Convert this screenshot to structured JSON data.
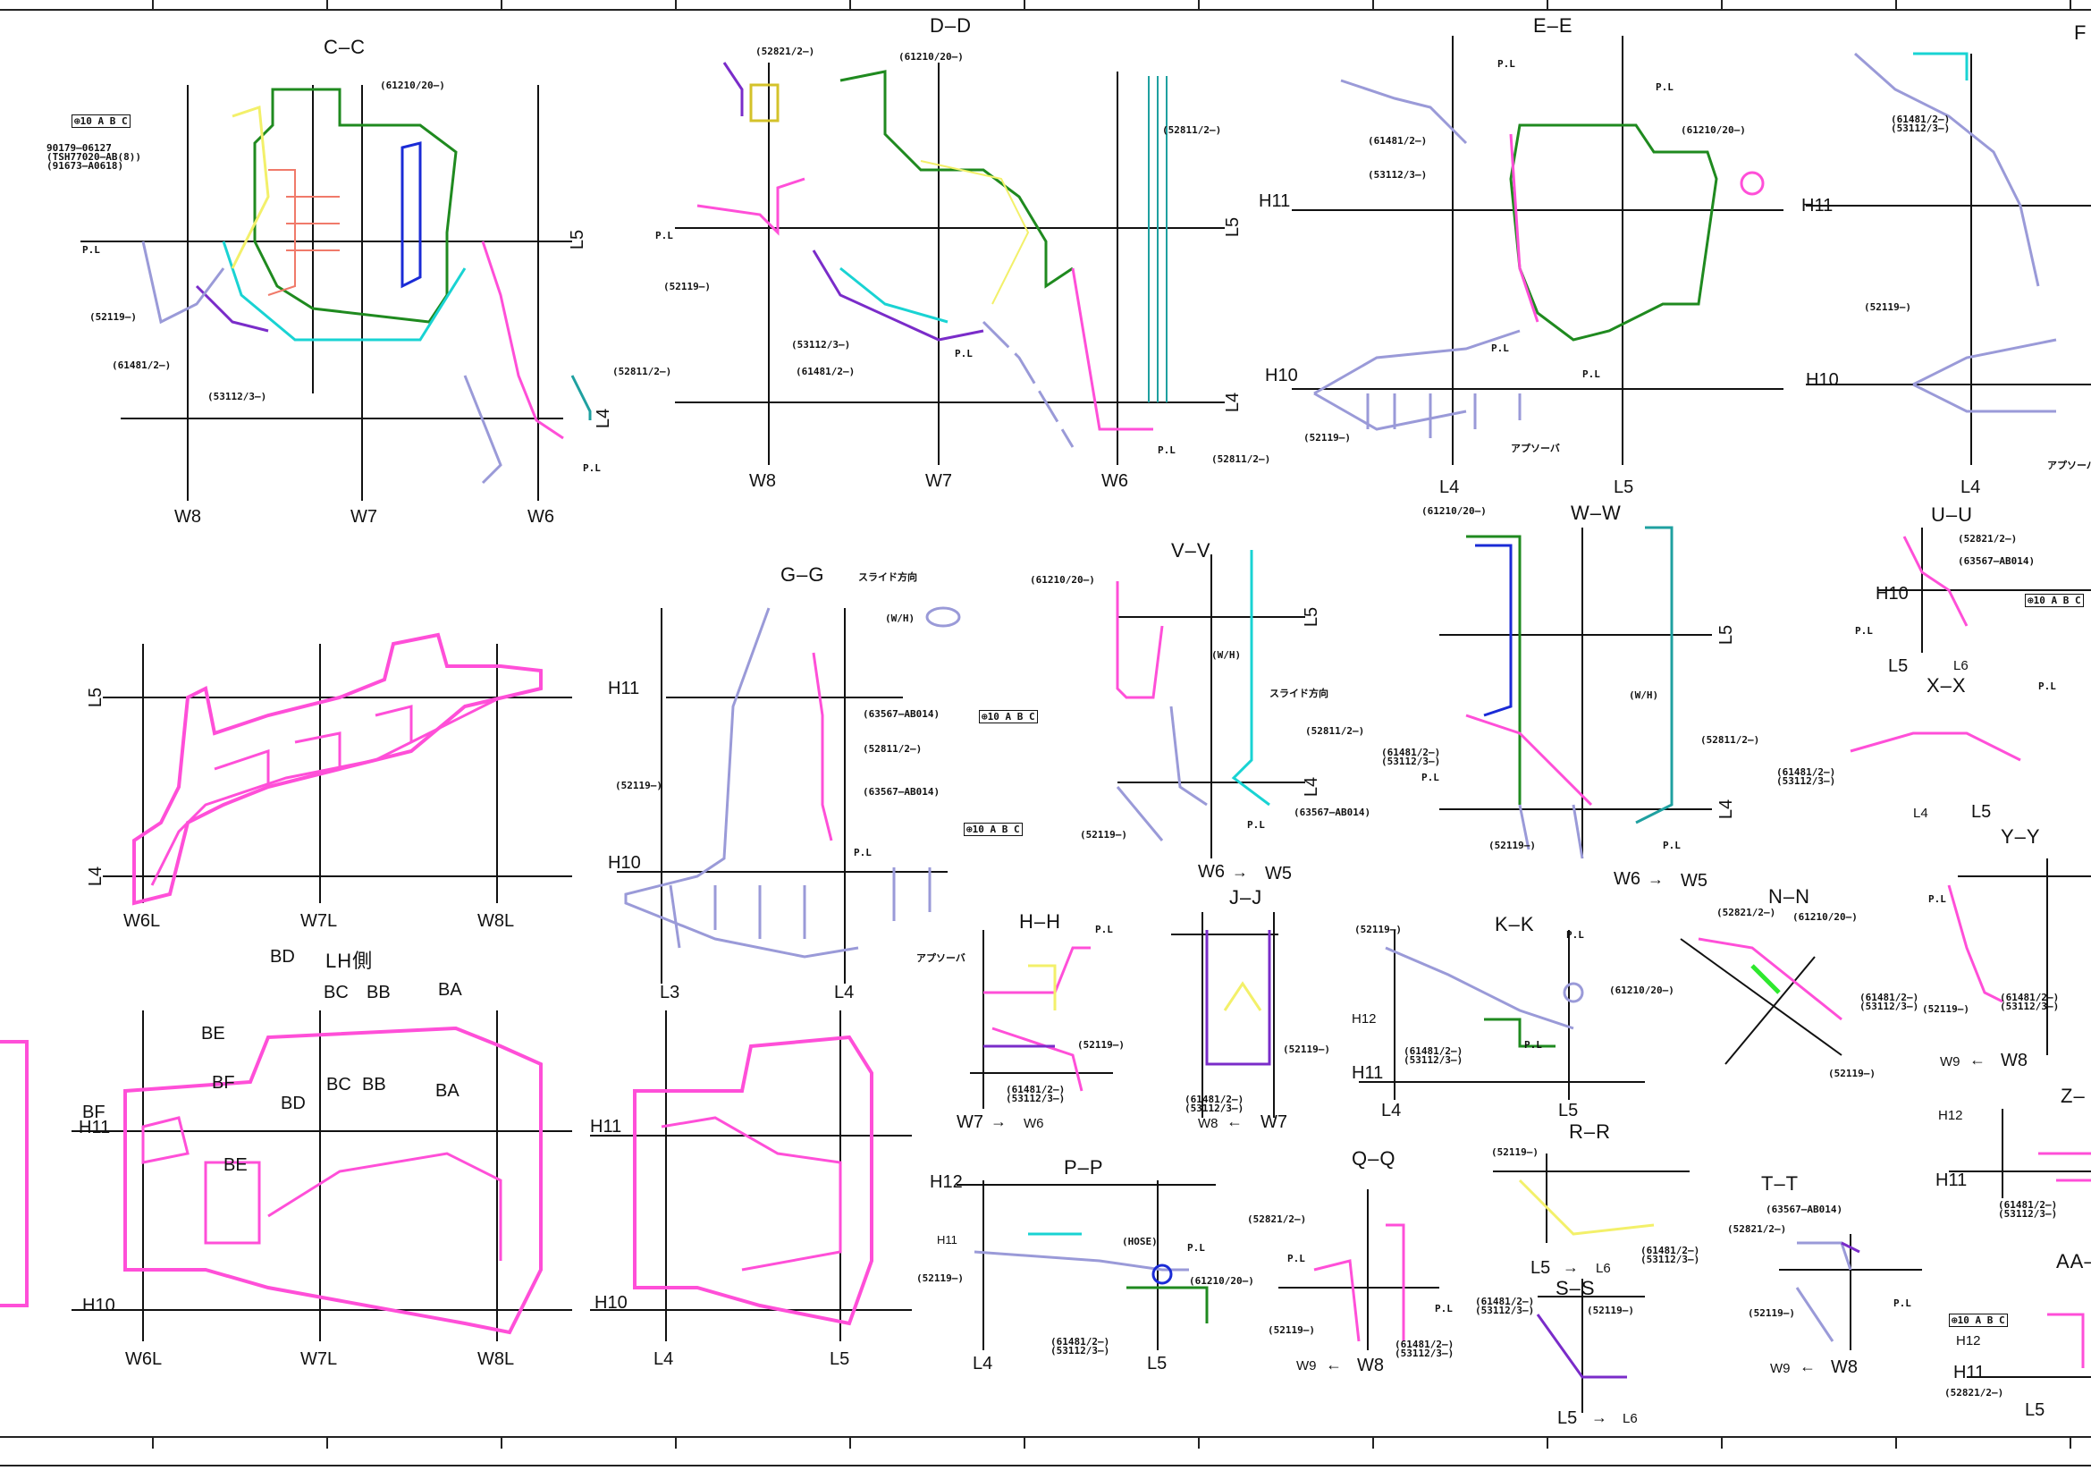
{
  "colors": {
    "pink": "#ff4fd8",
    "green": "#1f8a1f",
    "purple": "#7a2cc9",
    "cyan": "#19d3d3",
    "yellow": "#f3f06a",
    "salmon": "#f07a6a",
    "blue": "#1a2bd6",
    "lavender": "#9a9ad8",
    "grey": "#a8a8a8",
    "teal": "#1fa0a0",
    "brown": "#8a3a2a",
    "red": "#d11",
    "black": "#111111"
  },
  "sections": {
    "cc": "C–C",
    "dd": "D–D",
    "ee": "E–E",
    "ff": "F",
    "gg": "G–G",
    "vv": "V–V",
    "ww": "W–W",
    "uu": "U–U",
    "xx": "X–X",
    "yy": "Y–Y",
    "hh": "H–H",
    "jj": "J–J",
    "kk": "K–K",
    "nn": "N–N",
    "pp": "P–P",
    "qq": "Q–Q",
    "rr": "R–R",
    "ss": "S–S",
    "tt": "T–T",
    "zz": "Z–",
    "aa": "AA–",
    "lh": "LH側"
  },
  "axes": {
    "w8": "W8",
    "w7": "W7",
    "w6": "W6",
    "w5": "W5",
    "w9": "W9",
    "l3": "L3",
    "l4": "L4",
    "l5": "L5",
    "l6": "L6",
    "h10": "H10",
    "h11": "H11",
    "h12": "H12",
    "w6l": "W6L",
    "w7l": "W7L",
    "w8l": "W8L",
    "ba": "BA",
    "bb": "BB",
    "bc": "BC",
    "bd": "BD",
    "be": "BE",
    "bf": "BF"
  },
  "notes": {
    "n61210": "(61210/20–)",
    "n52119": "(52119–)",
    "n61481": "(61481/2–)",
    "n53112": "(53112/3–)",
    "n52811": "(52811/2–)",
    "n52821": "(52821/2–)",
    "n63567": "(63567–AB014)",
    "pl": "P.L",
    "wh": "(W/H)",
    "slide": "スライド方向",
    "apron": "アプソーバ",
    "part1": "90179–06127",
    "part2": "(TSH77020–AB(8))",
    "part3": "(91673–A0618)",
    "hose": "(HOSE)",
    "gdt": "⊕10 A B C"
  }
}
